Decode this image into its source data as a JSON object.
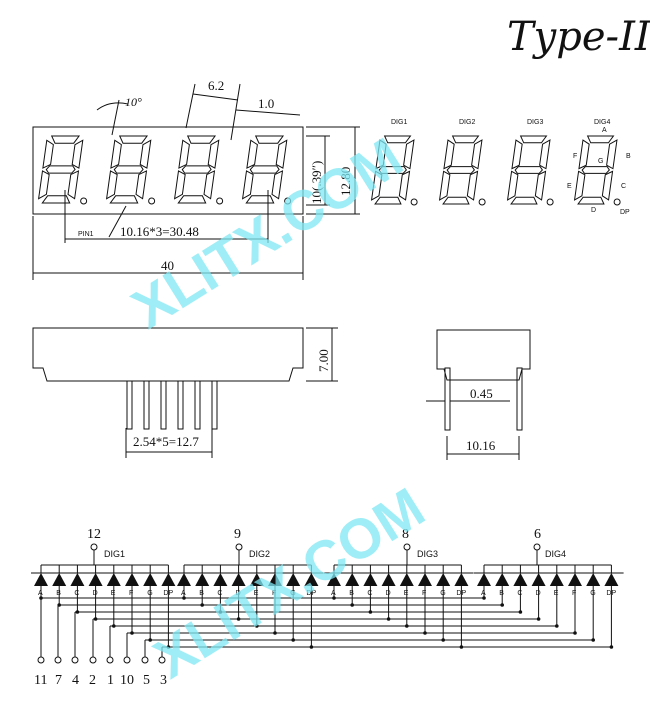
{
  "title": "Type-II",
  "watermark": "XLITX.COM",
  "front_view": {
    "angle": "10°",
    "segment_width": "6.2",
    "stroke_width": "1.0",
    "height_inch": "10(.39″)",
    "height_total": "12.80",
    "pin1_label": "PIN1",
    "pitch": "10.16*3=30.48",
    "width": "40"
  },
  "digit_labels": [
    "DIG1",
    "DIG2",
    "DIG3",
    "DIG4"
  ],
  "segment_legend": {
    "A": "A",
    "B": "B",
    "C": "C",
    "D": "D",
    "E": "E",
    "F": "F",
    "G": "G",
    "DP": "DP"
  },
  "side_view": {
    "height": "7.00",
    "pin_pitch": "2.54*5=12.7"
  },
  "end_view": {
    "pin_dia": "0.45",
    "row_spacing": "10.16"
  },
  "circuit": {
    "common_pins": [
      "12",
      "9",
      "8",
      "6"
    ],
    "digit_names": [
      "DIG1",
      "DIG2",
      "DIG3",
      "DIG4"
    ],
    "segments": [
      "A",
      "B",
      "C",
      "D",
      "E",
      "F",
      "G",
      "DP"
    ],
    "bottom_pins": [
      "11",
      "7",
      "4",
      "2",
      "1",
      "10",
      "5",
      "3"
    ]
  },
  "colors": {
    "line": "#111111",
    "watermark": "#7fe8f4"
  }
}
